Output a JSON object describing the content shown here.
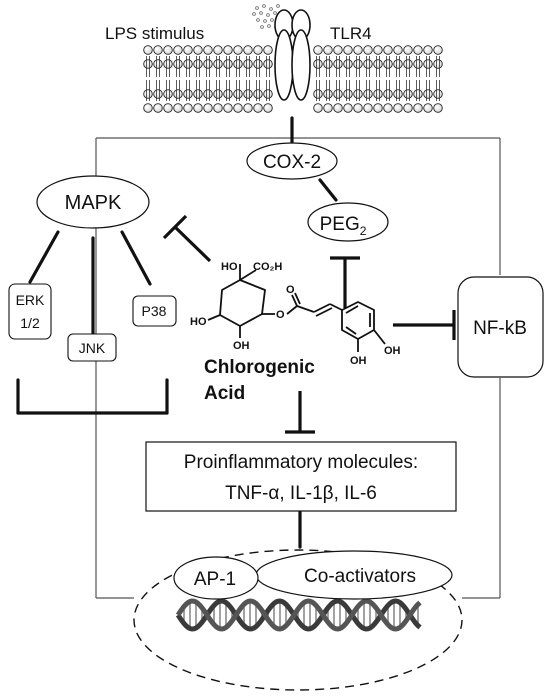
{
  "labels": {
    "lps_stimulus": "LPS stimulus",
    "tlr4": "TLR4",
    "cox2": "COX-2",
    "peg2_main": "PEG",
    "peg2_sub": "2",
    "mapk": "MAPK",
    "erk_line1": "ERK",
    "erk_line2": "1/2",
    "jnk": "JNK",
    "p38": "P38",
    "nfkb": "NF-kB",
    "compound_line1": "Chlorogenic",
    "compound_line2": "Acid",
    "proinflam_line1": "Proinflammatory molecules:",
    "proinflam_line2": "TNF-α, IL-1β, IL-6",
    "ap1": "AP-1",
    "coactivators": "Co-activators"
  },
  "structure_labels": {
    "ho_top": "HO",
    "co2h": "CO₂H",
    "ho_left": "HO",
    "oh_ring": "OH",
    "o_ester": "O",
    "o_carbonyl": "O",
    "oh_aryl1": "OH",
    "oh_aryl2": "OH"
  }
}
